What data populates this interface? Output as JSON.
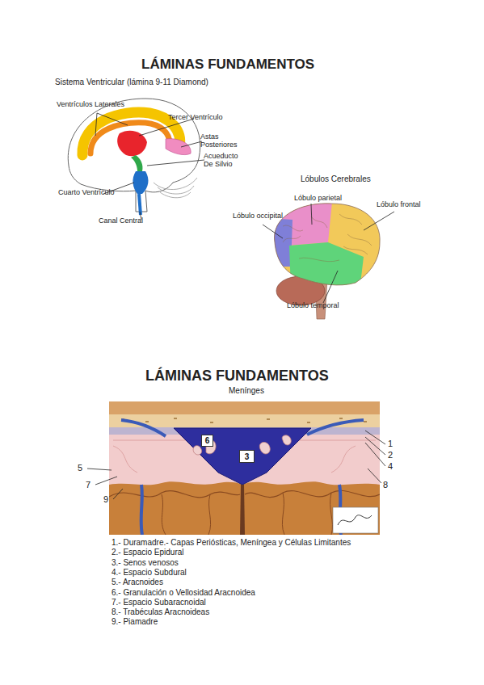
{
  "diagram": {
    "title": "LÁMINAS FUNDAMENTOS",
    "nodes": [
      {
        "text": [
          "6"
        ]
      },
      {
        "text": [
          "3"
        ]
      }
    ],
    "labels": [
      "Sistema Ventricular (lámina 9-11 Diamond)",
      "Ventrículos Laterales",
      "Tercer Ventrículo",
      "Astas Posteriores",
      "Acueducto De Silvio",
      "Cuarto Ventrículo",
      "Canal Central",
      "Lóbulos Cerebrales",
      "Lóbulo parietal",
      "Lóbulo frontal",
      "Lóbulo occipital",
      "Lóbulo temporal",
      "LÁMINAS FUNDAMENTOS",
      "Menínges",
      "1",
      "2",
      "4",
      "5",
      "7",
      "8",
      "9",
      "1.- Duramadre.- Capas Periósticas, Meníngea y Células Limitantes",
      "2.- Espacio Epidural",
      "3.- Senos venosos",
      "4.- Espacio Subdural",
      "5.- Aracnoides",
      "6.- Granulación o Vellosidad Aracnoidea",
      "7.- Espacio Subaracnoidal",
      "8.- Trabéculas Aracnoideas",
      "9.- Piamadre"
    ]
  }
}
